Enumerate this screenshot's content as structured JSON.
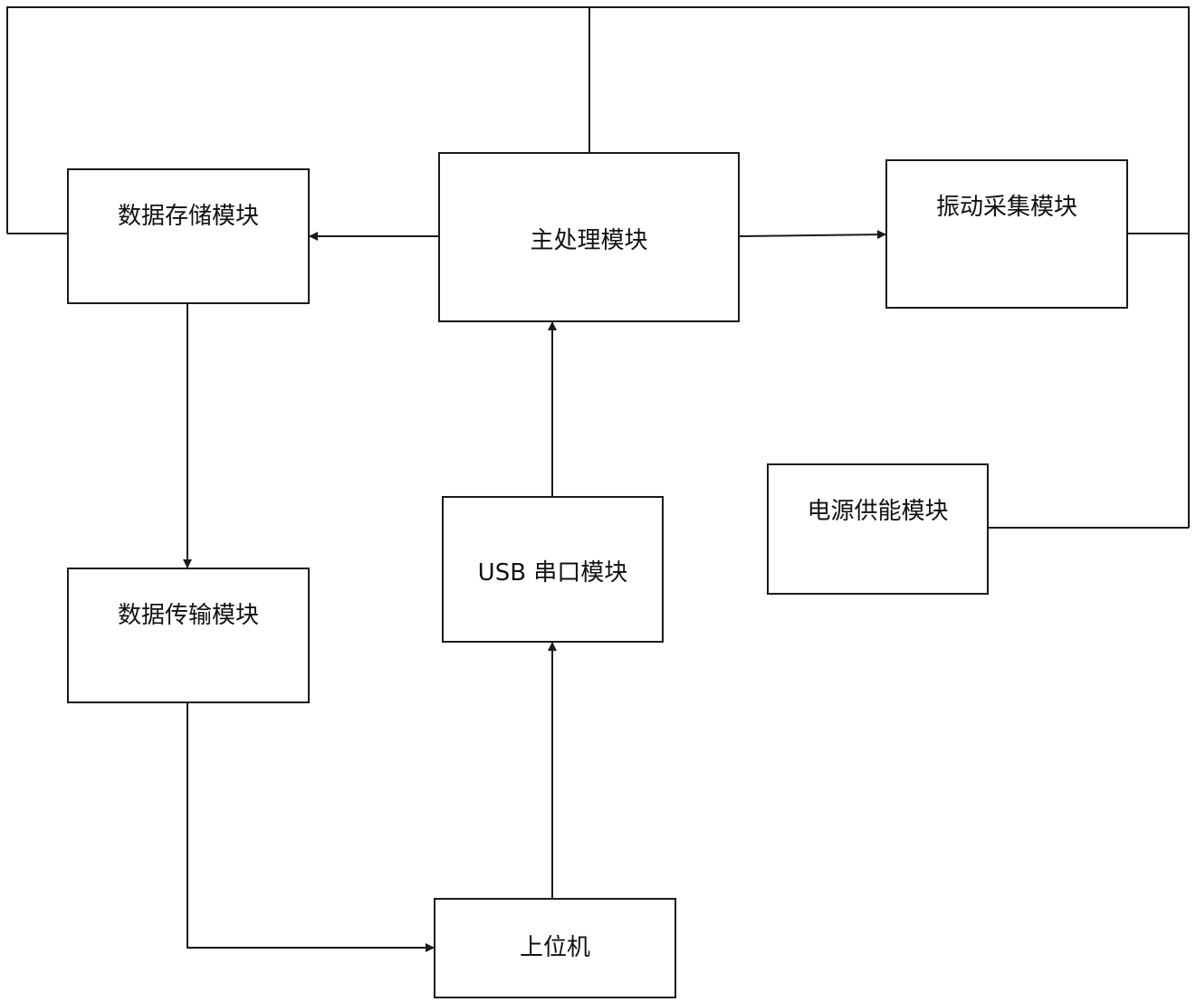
{
  "modules": {
    "data_storage": "数据存储模块",
    "main_processing": "主处理模块",
    "vibration_acquisition": "振动采集模块",
    "data_transmission": "数据传输模块",
    "usb_serial": "USB 串口模块",
    "power_supply": "电源供能模块",
    "host_computer": "上位机"
  },
  "connections": [
    {
      "from": "main_processing",
      "to": "data_storage",
      "directed": true
    },
    {
      "from": "main_processing",
      "to": "vibration_acquisition",
      "directed": true
    },
    {
      "from": "data_storage",
      "to": "data_transmission",
      "directed": true
    },
    {
      "from": "data_transmission",
      "to": "host_computer",
      "directed": true
    },
    {
      "from": "host_computer",
      "to": "usb_serial",
      "directed": true
    },
    {
      "from": "usb_serial",
      "to": "main_processing",
      "directed": true
    },
    {
      "from": "power_supply",
      "to": "power_bus",
      "directed": false
    }
  ],
  "style": {
    "line_color": "#1a1a1a",
    "background": "#ffffff"
  }
}
